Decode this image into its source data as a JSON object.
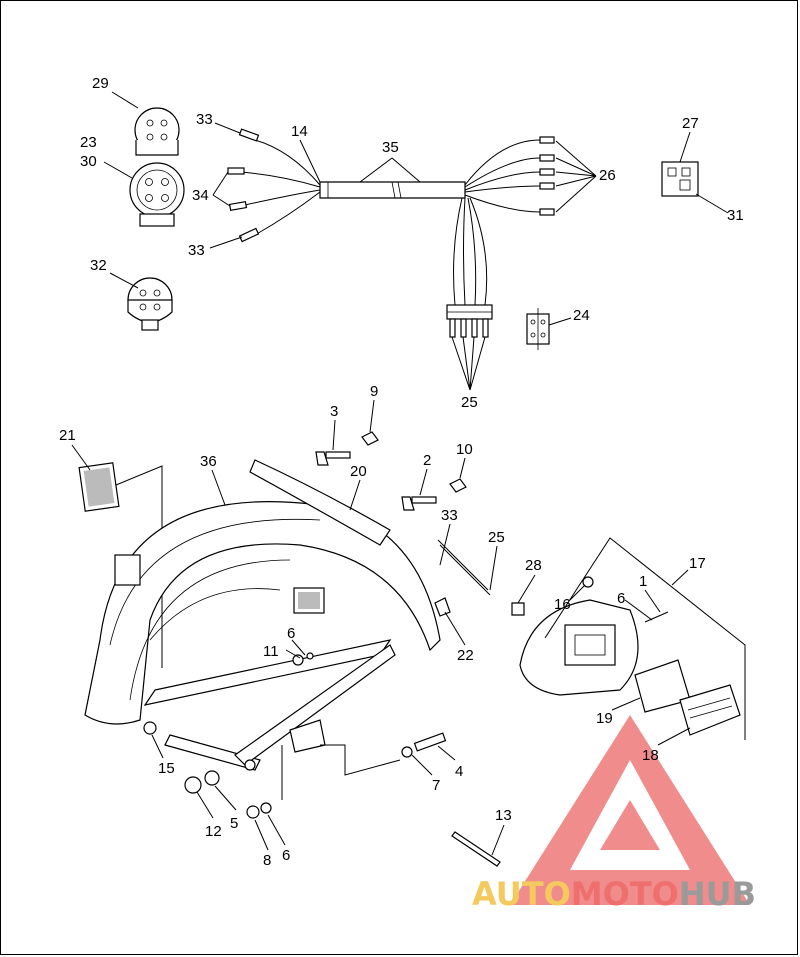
{
  "diagram": {
    "callouts": [
      {
        "id": "c29",
        "text": "29"
      },
      {
        "id": "c23",
        "text": "23"
      },
      {
        "id": "c30",
        "text": "30"
      },
      {
        "id": "c33a",
        "text": "33"
      },
      {
        "id": "c14",
        "text": "14"
      },
      {
        "id": "c35",
        "text": "35"
      },
      {
        "id": "c34",
        "text": "34"
      },
      {
        "id": "c33b",
        "text": "33"
      },
      {
        "id": "c26",
        "text": "26"
      },
      {
        "id": "c27",
        "text": "27"
      },
      {
        "id": "c31",
        "text": "31"
      },
      {
        "id": "c32",
        "text": "32"
      },
      {
        "id": "c24",
        "text": "24"
      },
      {
        "id": "c25a",
        "text": "25"
      },
      {
        "id": "c3",
        "text": "3"
      },
      {
        "id": "c9",
        "text": "9"
      },
      {
        "id": "c21",
        "text": "21"
      },
      {
        "id": "c36",
        "text": "36"
      },
      {
        "id": "c20",
        "text": "20"
      },
      {
        "id": "c2",
        "text": "2"
      },
      {
        "id": "c10",
        "text": "10"
      },
      {
        "id": "c33c",
        "text": "33"
      },
      {
        "id": "c25b",
        "text": "25"
      },
      {
        "id": "c28",
        "text": "28"
      },
      {
        "id": "c17",
        "text": "17"
      },
      {
        "id": "c1",
        "text": "1"
      },
      {
        "id": "c16",
        "text": "16"
      },
      {
        "id": "c6a",
        "text": "6"
      },
      {
        "id": "c6b",
        "text": "6"
      },
      {
        "id": "c11",
        "text": "11"
      },
      {
        "id": "c22",
        "text": "22"
      },
      {
        "id": "c19",
        "text": "19"
      },
      {
        "id": "c18",
        "text": "18"
      },
      {
        "id": "c15",
        "text": "15"
      },
      {
        "id": "c4",
        "text": "4"
      },
      {
        "id": "c7",
        "text": "7"
      },
      {
        "id": "c5",
        "text": "5"
      },
      {
        "id": "c12",
        "text": "12"
      },
      {
        "id": "c8",
        "text": "8"
      },
      {
        "id": "c6c",
        "text": "6"
      },
      {
        "id": "c13",
        "text": "13"
      }
    ]
  },
  "watermark": {
    "part1": "AUTO",
    "part2": "MOTO",
    "part3": "HUB",
    "color1": "#f4c95d",
    "color2": "#ef6f6f",
    "color3": "#9a9a9a",
    "logo_color": "#f08080"
  }
}
